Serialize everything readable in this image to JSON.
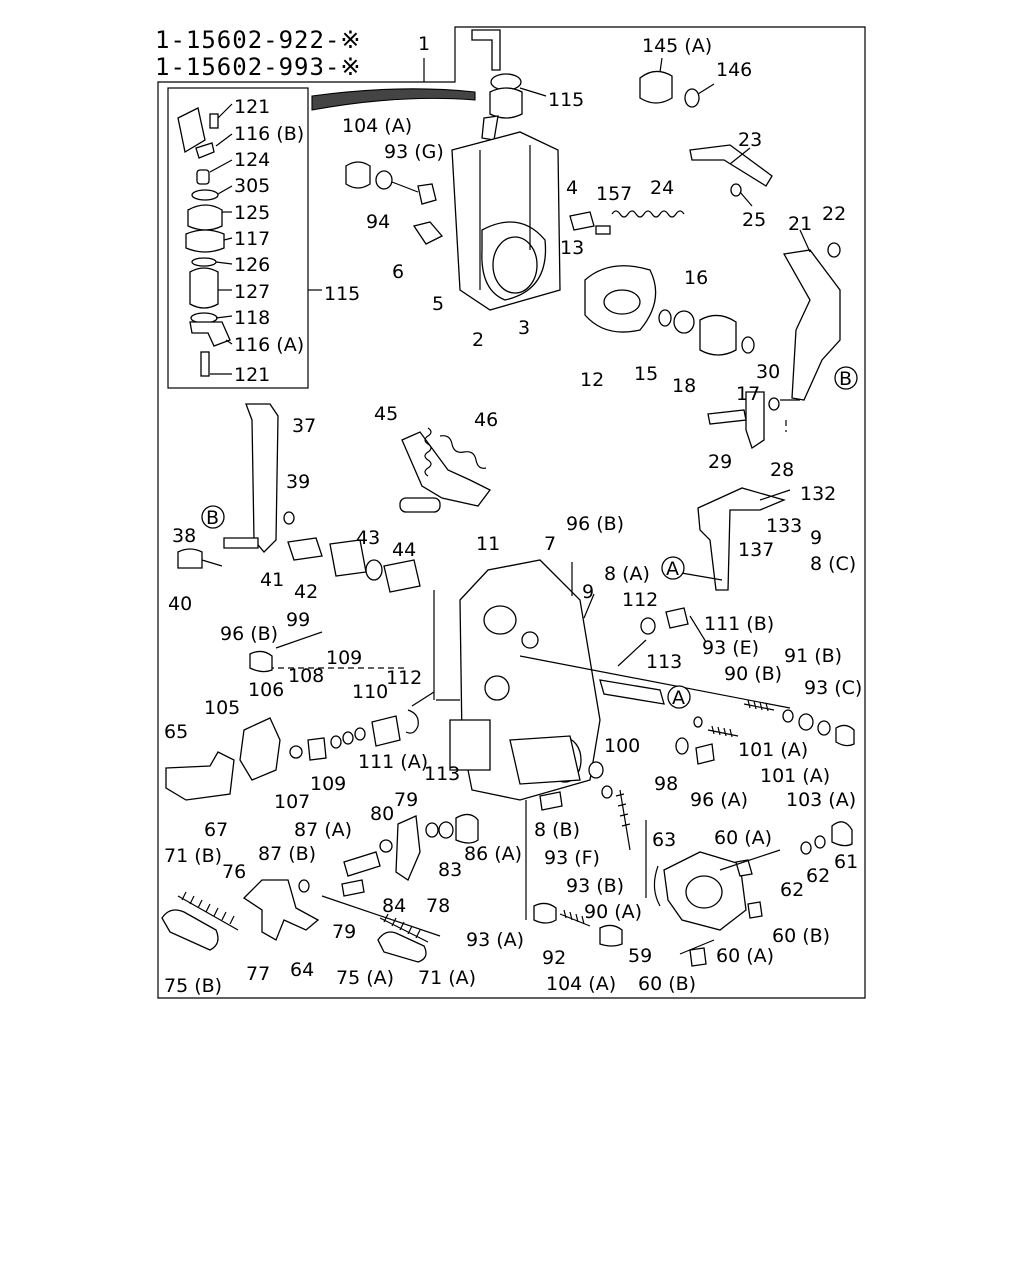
{
  "header": {
    "part_numbers": [
      "1-15602-922-※",
      "1-15602-993-※"
    ]
  },
  "callouts": {
    "n1": "1",
    "n2": "2",
    "n3": "3",
    "n4": "4",
    "n5": "5",
    "n6": "6",
    "n7": "7",
    "n8a": "8 (A)",
    "n8b": "8 (B)",
    "n8c": "8 (C)",
    "n9a": "9",
    "n9b": "9",
    "n11": "11",
    "n12": "12",
    "n13": "13",
    "n15": "15",
    "n16": "16",
    "n17": "17",
    "n18": "18",
    "n21": "21",
    "n22": "22",
    "n23": "23",
    "n24": "24",
    "n25": "25",
    "n28": "28",
    "n29": "29",
    "n30": "30",
    "n37": "37",
    "n38": "38",
    "n39": "39",
    "n40": "40",
    "n41": "41",
    "n42": "42",
    "n43": "43",
    "n44": "44",
    "n45": "45",
    "n46": "46",
    "n59": "59",
    "n60a1": "60 (A)",
    "n60a2": "60 (A)",
    "n60b1": "60 (B)",
    "n60b2": "60 (B)",
    "n61": "61",
    "n62a": "62",
    "n62b": "62",
    "n63": "63",
    "n64": "64",
    "n65": "65",
    "n67": "67",
    "n71a": "71 (A)",
    "n71b": "71 (B)",
    "n75a": "75 (A)",
    "n75b": "75 (B)",
    "n76": "76",
    "n77": "77",
    "n78": "78",
    "n79a": "79",
    "n79b": "79",
    "n80": "80",
    "n83": "83",
    "n84": "84",
    "n86a": "86 (A)",
    "n87a": "87 (A)",
    "n87b": "87 (B)",
    "n90a": "90 (A)",
    "n90b": "90 (B)",
    "n91b": "91 (B)",
    "n92": "92",
    "n93a": "93 (A)",
    "n93b": "93 (B)",
    "n93c": "93 (C)",
    "n93e": "93 (E)",
    "n93f": "93 (F)",
    "n93g": "93 (G)",
    "n94": "94",
    "n96a": "96 (A)",
    "n96b1": "96 (B)",
    "n96b2": "96 (B)",
    "n98": "98",
    "n99": "99",
    "n100": "100",
    "n101a1": "101 (A)",
    "n101a2": "101 (A)",
    "n103a": "103 (A)",
    "n104a1": "104 (A)",
    "n104a2": "104 (A)",
    "n105": "105",
    "n106": "106",
    "n107": "107",
    "n108": "108",
    "n109a": "109",
    "n109b": "109",
    "n110": "110",
    "n111a": "111 (A)",
    "n111b": "111 (B)",
    "n112a": "112",
    "n112b": "112",
    "n113a": "113",
    "n113b": "113",
    "n115a": "115",
    "n115b": "115",
    "n116a": "116 (A)",
    "n116b": "116 (B)",
    "n117": "117",
    "n118": "118",
    "n121a": "121",
    "n121b": "121",
    "n124": "124",
    "n125": "125",
    "n126": "126",
    "n127": "127",
    "n132": "132",
    "n133": "133",
    "n137": "137",
    "n145a": "145 (A)",
    "n146": "146",
    "n157": "157",
    "n305": "305"
  },
  "markers": {
    "a": "A",
    "b": "B"
  }
}
